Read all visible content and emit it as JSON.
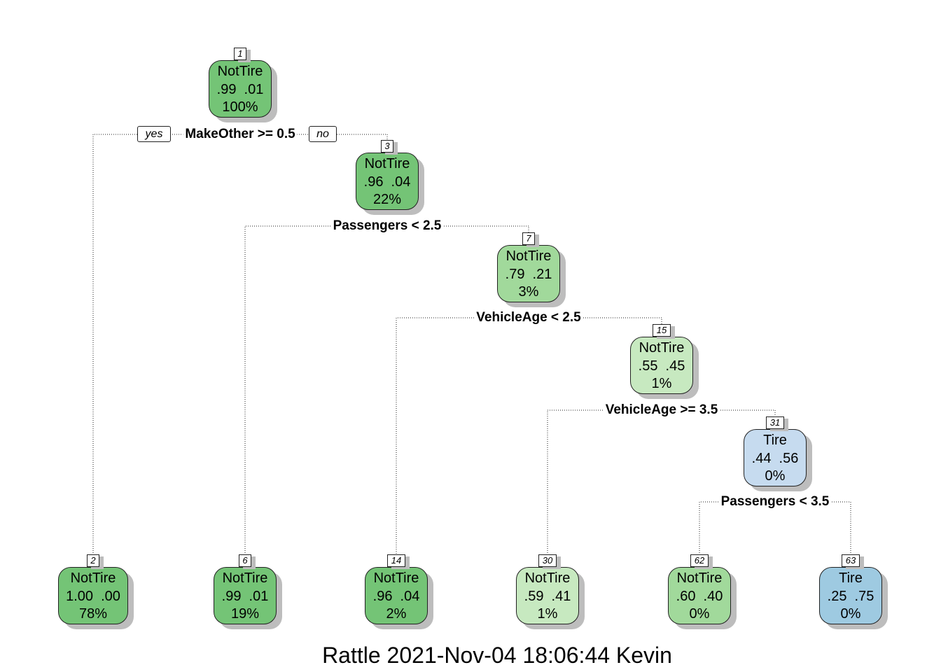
{
  "title": "Rattle 2021-Nov-04 18:06:44 Kevin",
  "yes_label": "yes",
  "no_label": "no",
  "colors": {
    "green_dark": "#74c476",
    "green_mid": "#a1d99b",
    "green_light": "#c7e9c0",
    "blue_light": "#c6dbef",
    "blue_mid": "#9ecae1"
  },
  "nodes": [
    {
      "id": "1",
      "cls": "NotTire",
      "probs": ".99  .01",
      "pct": "100%",
      "color": "green_dark",
      "split": "MakeOther >= 0.5"
    },
    {
      "id": "2",
      "cls": "NotTire",
      "probs": "1.00  .00",
      "pct": "78%",
      "color": "green_dark"
    },
    {
      "id": "3",
      "cls": "NotTire",
      "probs": ".96  .04",
      "pct": "22%",
      "color": "green_dark",
      "split": "Passengers < 2.5"
    },
    {
      "id": "6",
      "cls": "NotTire",
      "probs": ".99  .01",
      "pct": "19%",
      "color": "green_dark"
    },
    {
      "id": "7",
      "cls": "NotTire",
      "probs": ".79  .21",
      "pct": "3%",
      "color": "green_mid",
      "split": "VehicleAge < 2.5"
    },
    {
      "id": "14",
      "cls": "NotTire",
      "probs": ".96  .04",
      "pct": "2%",
      "color": "green_dark"
    },
    {
      "id": "15",
      "cls": "NotTire",
      "probs": ".55  .45",
      "pct": "1%",
      "color": "green_light",
      "split": "VehicleAge >= 3.5"
    },
    {
      "id": "30",
      "cls": "NotTire",
      "probs": ".59  .41",
      "pct": "1%",
      "color": "green_light"
    },
    {
      "id": "31",
      "cls": "Tire",
      "probs": ".44  .56",
      "pct": "0%",
      "color": "blue_light",
      "split": "Passengers < 3.5"
    },
    {
      "id": "62",
      "cls": "NotTire",
      "probs": ".60  .40",
      "pct": "0%",
      "color": "green_mid"
    },
    {
      "id": "63",
      "cls": "Tire",
      "probs": ".25  .75",
      "pct": "0%",
      "color": "blue_mid"
    }
  ]
}
